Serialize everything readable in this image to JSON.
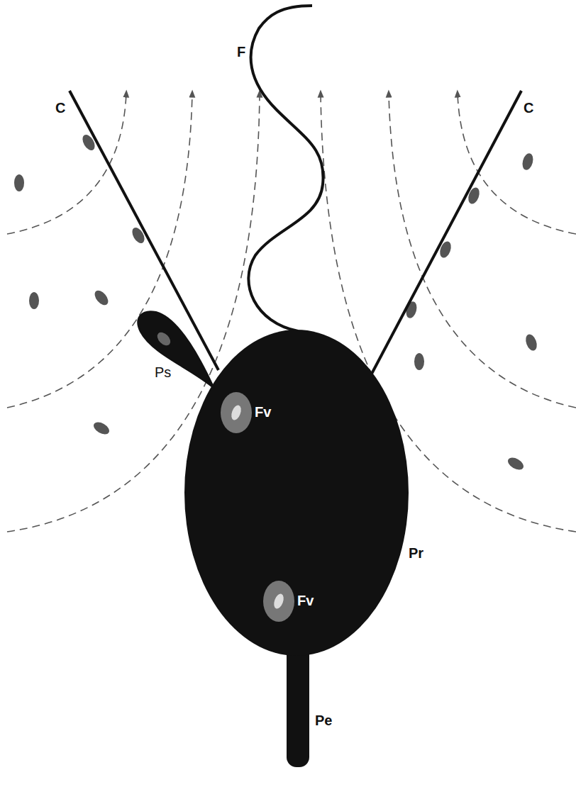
{
  "diagram": {
    "labels": [
      "F",
      "C",
      "C",
      "Ps",
      "Fv",
      "Fv",
      "Pr",
      "Pe"
    ]
  }
}
